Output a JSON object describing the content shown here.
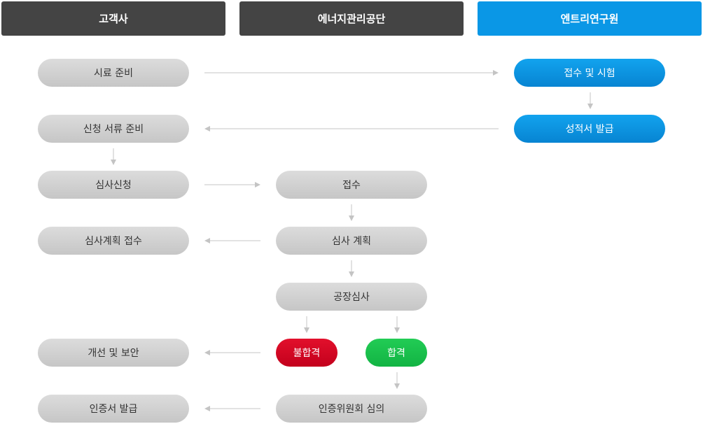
{
  "columns": {
    "customer": "고객사",
    "agency": "에너지관리공단",
    "institute": "엔트리연구원"
  },
  "steps": {
    "sample_prep": "시료 준비",
    "receipt_test": "접수 및 시험",
    "report_issue": "성적서 발급",
    "document_prep": "신청 서류 준비",
    "audit_request": "심사신청",
    "receipt": "접수",
    "audit_plan_receipt": "심사계획 접수",
    "audit_plan": "심사 계획",
    "factory_audit": "공장심사",
    "improvement": "개선 및 보안",
    "fail": "불합격",
    "pass": "합격",
    "cert_issue": "인증서 발급",
    "committee_review": "인증위원회 심의"
  },
  "colors": {
    "header_dark": "#444444",
    "header_accent": "#0a97e6",
    "step_neutral": "#cccccc",
    "step_accent": "#0a8fdf",
    "step_fail": "#d0061f",
    "step_pass": "#18c04b",
    "connector": "#c4c4c4"
  }
}
